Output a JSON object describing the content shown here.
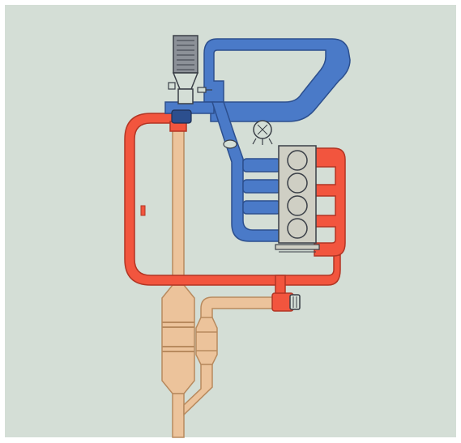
{
  "colors": {
    "page_border": "#ffffff",
    "background": "#d4ded6",
    "intake_blue": "#4a7ac8",
    "intake_blue_dark": "#2c4f8e",
    "exhaust_red": "#f2553e",
    "exhaust_red_dark": "#b23524",
    "exhaust_tan": "#ecc39b",
    "exhaust_tan_dark": "#b88a5e",
    "engine_block": "#cfcfc4",
    "filter_gray": "#8c9198",
    "outline": "#3a3f47"
  },
  "components": {
    "air_filter": {
      "icon": "air-filter-icon"
    },
    "intake_manifold": {
      "icon": "intake-manifold-icon"
    },
    "engine_block": {
      "icon": "engine-block-icon",
      "cylinders": 4
    },
    "exhaust_manifold": {
      "icon": "exhaust-manifold-icon"
    },
    "egr_loop": {
      "icon": "egr-pipe-icon"
    },
    "egr_valve": {
      "icon": "valve-icon"
    },
    "pressure_sensor": {
      "icon": "gauge-icon"
    },
    "catalytic_converter_main": {
      "icon": "catalyst-icon",
      "stages": 3
    },
    "catalytic_converter_secondary": {
      "icon": "catalyst-icon",
      "stages": 1
    },
    "tailpipe": {
      "icon": "tailpipe-icon"
    }
  }
}
